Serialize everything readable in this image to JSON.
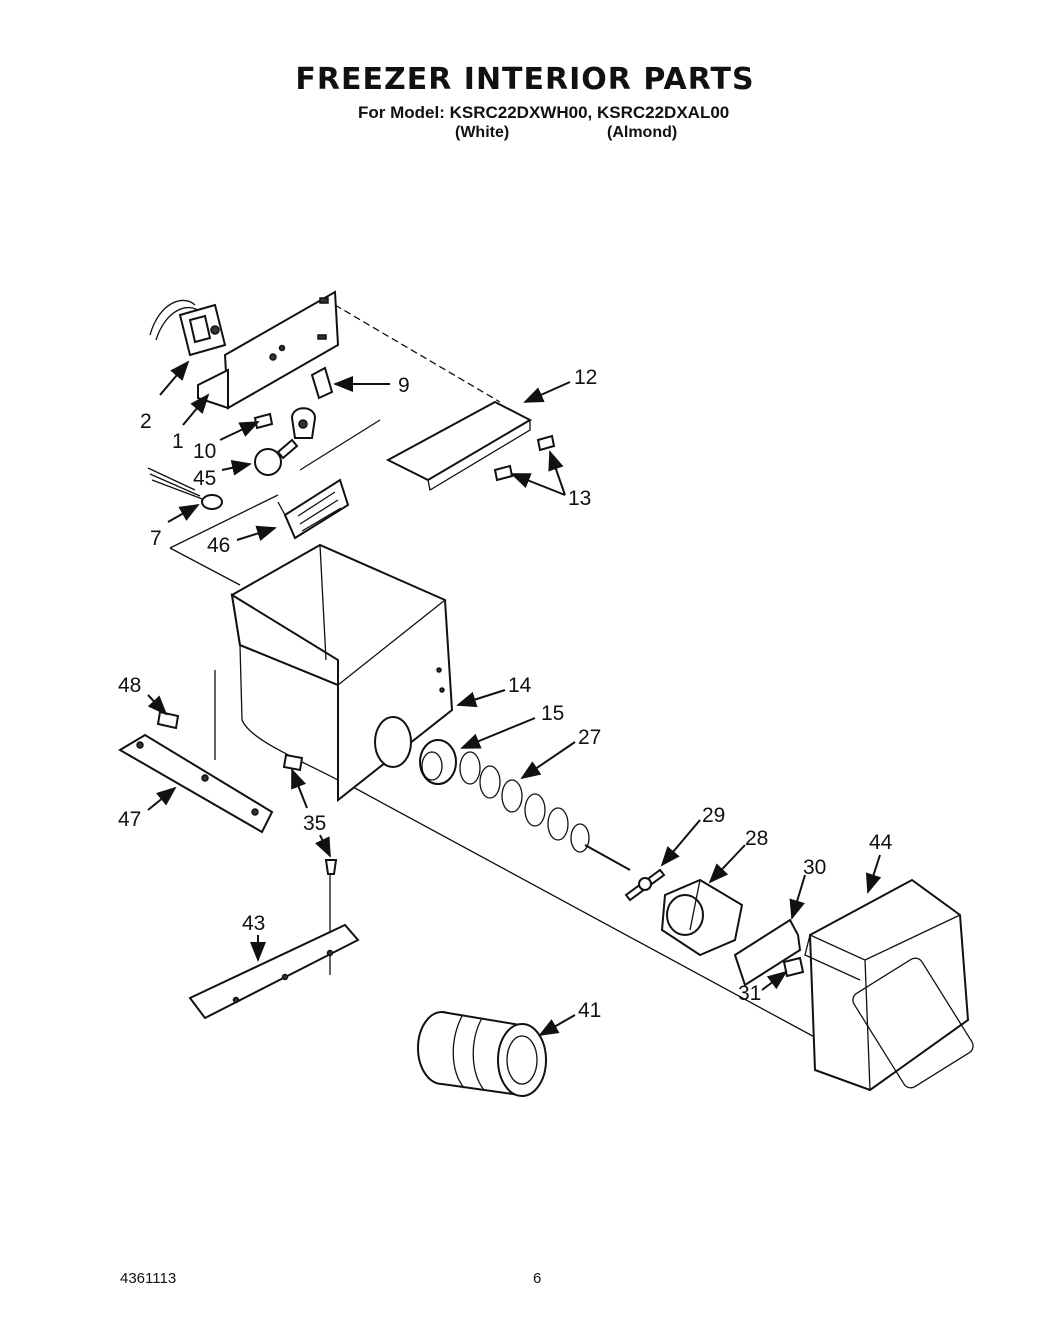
{
  "header": {
    "title": "FREEZER INTERIOR PARTS",
    "model_line": "For Model: KSRC22DXWH00, KSRC22DXAL00",
    "color_white": "(White)",
    "color_almond": "(Almond)"
  },
  "callouts": {
    "c1": "1",
    "c2": "2",
    "c7": "7",
    "c9": "9",
    "c10": "10",
    "c12": "12",
    "c13": "13",
    "c14": "14",
    "c15": "15",
    "c27": "27",
    "c28": "28",
    "c29": "29",
    "c30": "30",
    "c31": "31",
    "c35": "35",
    "c41": "41",
    "c43": "43",
    "c44": "44",
    "c45": "45",
    "c46": "46",
    "c47": "47",
    "c48": "48"
  },
  "footer": {
    "doc_number": "4361113",
    "page_number": "6"
  }
}
